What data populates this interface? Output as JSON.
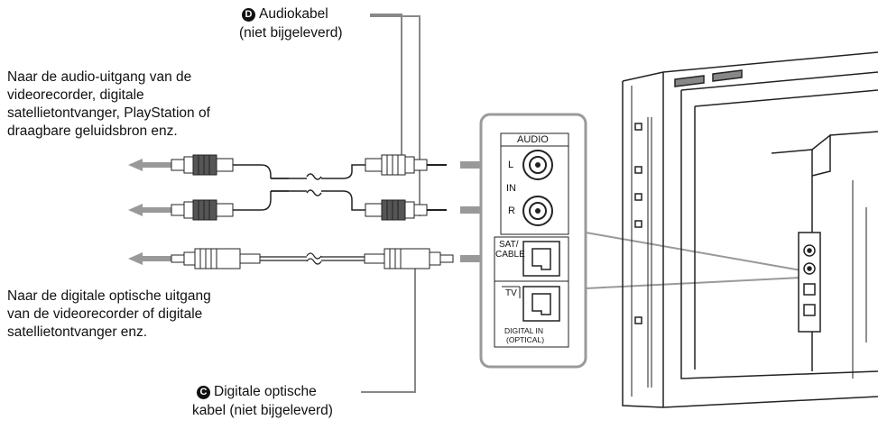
{
  "callouts": {
    "audio_cable": {
      "badge": "D",
      "line1": "Audiokabel",
      "line2": "(niet bijgeleverd)"
    },
    "optical_cable": {
      "badge": "C",
      "line1": "Digitale optische",
      "line2": "kabel (niet bijgeleverd)"
    }
  },
  "notes": {
    "audio_source": [
      "Naar de audio-uitgang van de",
      "videorecorder, digitale",
      "satellietontvanger, PlayStation of",
      "draagbare geluidsbron enz."
    ],
    "optical_source": [
      "Naar de digitale optische uitgang",
      "van de videorecorder of digitale",
      "satellietontvanger enz."
    ]
  },
  "panel": {
    "audio_header": "AUDIO",
    "left": "L",
    "in": "IN",
    "right": "R",
    "sat_line1": "SAT/",
    "sat_line2": "CABLE",
    "tv": "TV",
    "digital_line1": "DIGITAL IN",
    "digital_line2": "(OPTICAL)"
  },
  "colors": {
    "cable_gray": "#888888",
    "panel_gray": "#9a9a9a"
  }
}
